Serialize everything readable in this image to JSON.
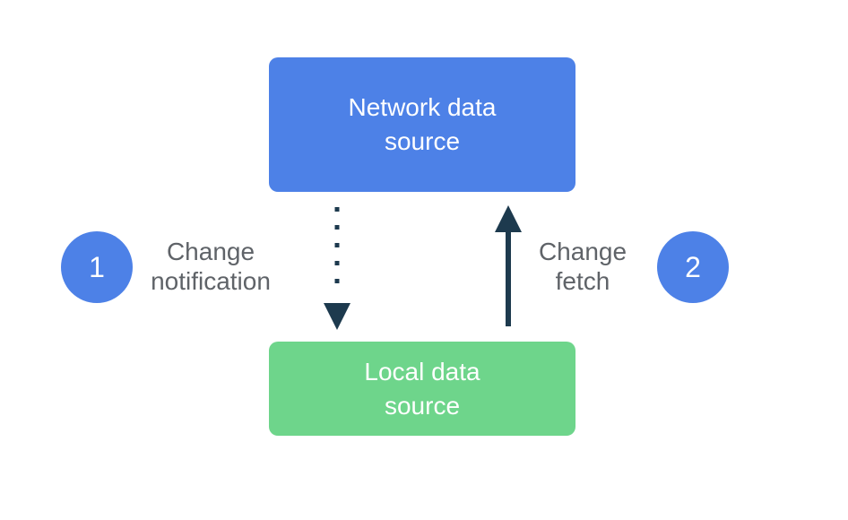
{
  "diagram": {
    "background_color": "#ffffff",
    "nodes": [
      {
        "id": "network-data-source",
        "label": "Network data\nsource",
        "fill_color": "#4D81E7",
        "text_color": "#ffffff"
      },
      {
        "id": "local-data-source",
        "label": "Local data\nsource",
        "fill_color": "#6ED58B",
        "text_color": "#ffffff"
      }
    ],
    "steps": [
      {
        "number": "1",
        "label": "Change\nnotification",
        "badge_color": "#4D81E7",
        "badge_text_color": "#ffffff"
      },
      {
        "number": "2",
        "label": "Change\nfetch",
        "badge_color": "#4D81E7",
        "badge_text_color": "#ffffff"
      }
    ],
    "arrows": [
      {
        "id": "change-notification-arrow",
        "style": "dotted",
        "direction": "down",
        "from": "Network data source",
        "to": "Local data source",
        "color": "#1D3A4E"
      },
      {
        "id": "change-fetch-arrow",
        "style": "solid",
        "direction": "up",
        "from": "Local data source",
        "to": "Network data source",
        "color": "#1D3A4E"
      }
    ],
    "label_text_color": "#5F6368"
  }
}
